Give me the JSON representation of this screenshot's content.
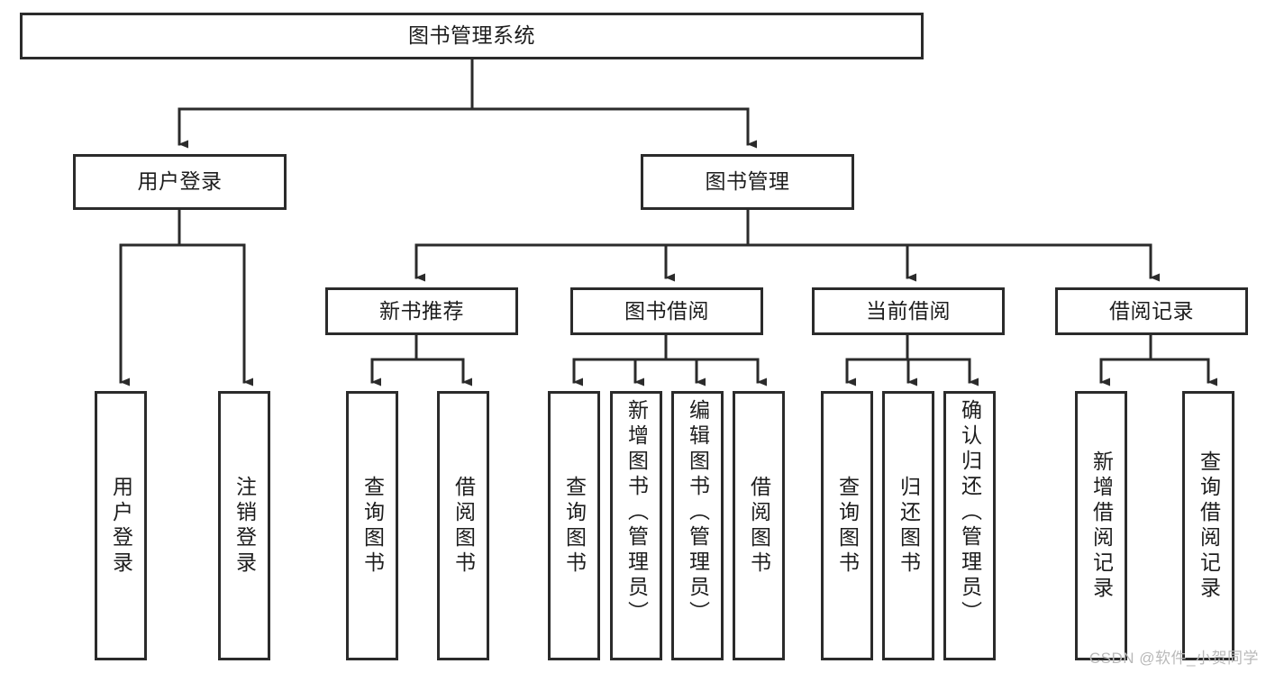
{
  "diagram": {
    "type": "tree-hierarchy",
    "title": "图书管理系统",
    "stroke_color": "#2b2b2b",
    "fill_color": "#ffffff",
    "text_color": "#1d1d1d",
    "watermark": "CSDN @软件_小贺同学",
    "levels": {
      "root": {
        "label": "图书管理系统"
      },
      "level2": [
        {
          "label": "用户登录"
        },
        {
          "label": "图书管理"
        }
      ],
      "level3": [
        {
          "label": "新书推荐"
        },
        {
          "label": "图书借阅"
        },
        {
          "label": "当前借阅"
        },
        {
          "label": "借阅记录"
        }
      ],
      "leaves": {
        "user_login": [
          {
            "label": "用户登录"
          },
          {
            "label": "注销登录"
          }
        ],
        "new_book": [
          {
            "label": "查询图书"
          },
          {
            "label": "借阅图书"
          }
        ],
        "book_borrow": [
          {
            "label": "查询图书"
          },
          {
            "label": "新增图书（管理员）"
          },
          {
            "label": "编辑图书（管理员）"
          },
          {
            "label": "借阅图书"
          }
        ],
        "current_borrow": [
          {
            "label": "查询图书"
          },
          {
            "label": "归还图书"
          },
          {
            "label": "确认归还（管理员）"
          }
        ],
        "borrow_record": [
          {
            "label": "新增借阅记录"
          },
          {
            "label": "查询借阅记录"
          }
        ]
      }
    }
  }
}
